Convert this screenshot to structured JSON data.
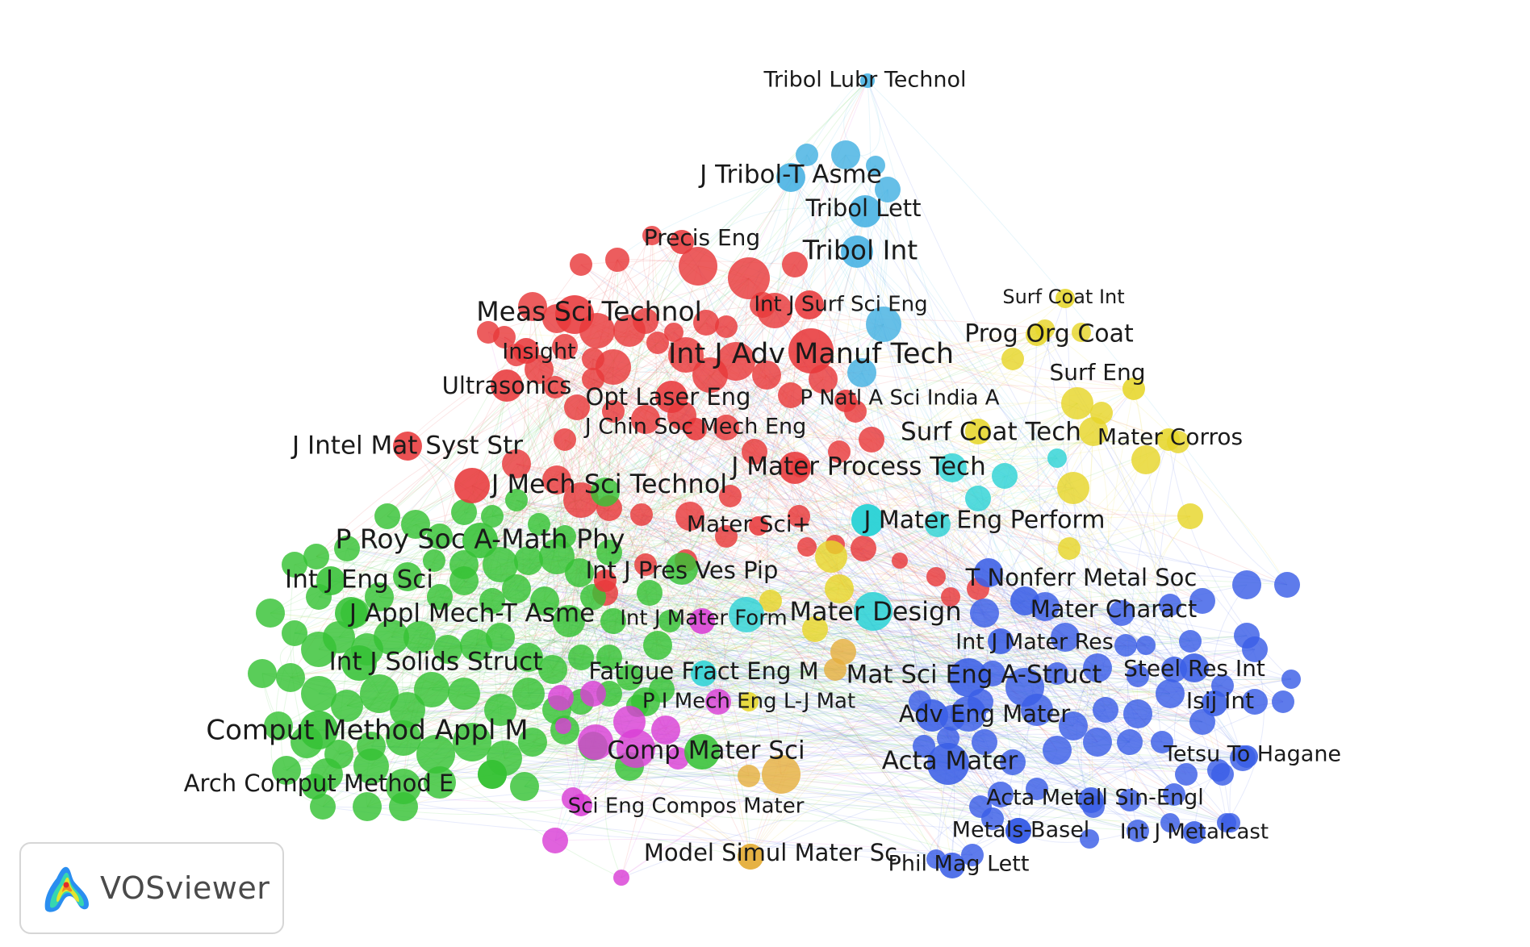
{
  "app": {
    "name": "VOSviewer"
  },
  "legend_logo": {
    "label": "VOSviewer",
    "icon": "vosviewer-heatmap-logo-icon"
  },
  "colors": {
    "red": "#e8393b",
    "green": "#36c235",
    "blue": "#3a5ee6",
    "yellow": "#e6d62a",
    "skyblue": "#44b1e2",
    "cyan": "#2fd3d6",
    "magenta": "#d93fd6",
    "orange": "#e5b040"
  },
  "nodes": [
    {
      "label": "Tribol Lubr Technol",
      "cluster": "skyblue"
    },
    {
      "label": "J Tribol-T Asme",
      "cluster": "skyblue"
    },
    {
      "label": "Tribol Lett",
      "cluster": "skyblue"
    },
    {
      "label": "Tribol Int",
      "cluster": "skyblue"
    },
    {
      "label": "Precis Eng",
      "cluster": "red"
    },
    {
      "label": "Int J Surf Sci Eng",
      "cluster": "red"
    },
    {
      "label": "Meas Sci Technol",
      "cluster": "red"
    },
    {
      "label": "Int J Adv Manuf Tech",
      "cluster": "red"
    },
    {
      "label": "Insight",
      "cluster": "red"
    },
    {
      "label": "Ultrasonics",
      "cluster": "red"
    },
    {
      "label": "Opt Laser Eng",
      "cluster": "red"
    },
    {
      "label": "P Natl A Sci India A",
      "cluster": "red"
    },
    {
      "label": "J Chin Soc Mech Eng",
      "cluster": "red"
    },
    {
      "label": "J Intel Mat Syst Str",
      "cluster": "red"
    },
    {
      "label": "J Mech Sci Technol",
      "cluster": "red"
    },
    {
      "label": "J Mater Process Tech",
      "cluster": "red"
    },
    {
      "label": "Mater Sci+",
      "cluster": "red"
    },
    {
      "label": "Int J Pres Ves Pip",
      "cluster": "red"
    },
    {
      "label": "Surf Coat Int",
      "cluster": "yellow"
    },
    {
      "label": "Prog Org Coat",
      "cluster": "yellow"
    },
    {
      "label": "Surf Eng",
      "cluster": "yellow"
    },
    {
      "label": "Surf Coat Tech",
      "cluster": "yellow"
    },
    {
      "label": "Mater Corros",
      "cluster": "yellow"
    },
    {
      "label": "J Mater Eng Perform",
      "cluster": "cyan"
    },
    {
      "label": "Mater Design",
      "cluster": "cyan"
    },
    {
      "label": "Fatigue Fract Eng M",
      "cluster": "cyan"
    },
    {
      "label": "P I Mech Eng L-J Mat",
      "cluster": "yellow"
    },
    {
      "label": "P Roy Soc A-Math Phy",
      "cluster": "green"
    },
    {
      "label": "Int J Eng Sci",
      "cluster": "green"
    },
    {
      "label": "J Appl Mech-T Asme",
      "cluster": "green"
    },
    {
      "label": "Int J Solids Struct",
      "cluster": "green"
    },
    {
      "label": "Comput Method Appl M",
      "cluster": "green"
    },
    {
      "label": "Arch Comput Method E",
      "cluster": "green"
    },
    {
      "label": "Comp Mater Sci",
      "cluster": "green"
    },
    {
      "label": "Int J Mater Form",
      "cluster": "magenta"
    },
    {
      "label": "Sci Eng Compos Mater",
      "cluster": "magenta"
    },
    {
      "label": "Model Simul Mater Sc",
      "cluster": "orange"
    },
    {
      "label": "T Nonferr Metal Soc",
      "cluster": "blue"
    },
    {
      "label": "Mater Charact",
      "cluster": "blue"
    },
    {
      "label": "Int J Mater Res",
      "cluster": "blue"
    },
    {
      "label": "Mat Sci Eng A-Struct",
      "cluster": "blue"
    },
    {
      "label": "Steel Res Int",
      "cluster": "blue"
    },
    {
      "label": "Isij Int",
      "cluster": "blue"
    },
    {
      "label": "Adv Eng Mater",
      "cluster": "blue"
    },
    {
      "label": "Acta Mater",
      "cluster": "blue"
    },
    {
      "label": "Tetsu To Hagane",
      "cluster": "blue"
    },
    {
      "label": "Acta Metall Sin-Engl",
      "cluster": "blue"
    },
    {
      "label": "Metals-Basel",
      "cluster": "blue"
    },
    {
      "label": "Int J Metalcast",
      "cluster": "blue"
    },
    {
      "label": "Phil Mag Lett",
      "cluster": "blue"
    }
  ]
}
